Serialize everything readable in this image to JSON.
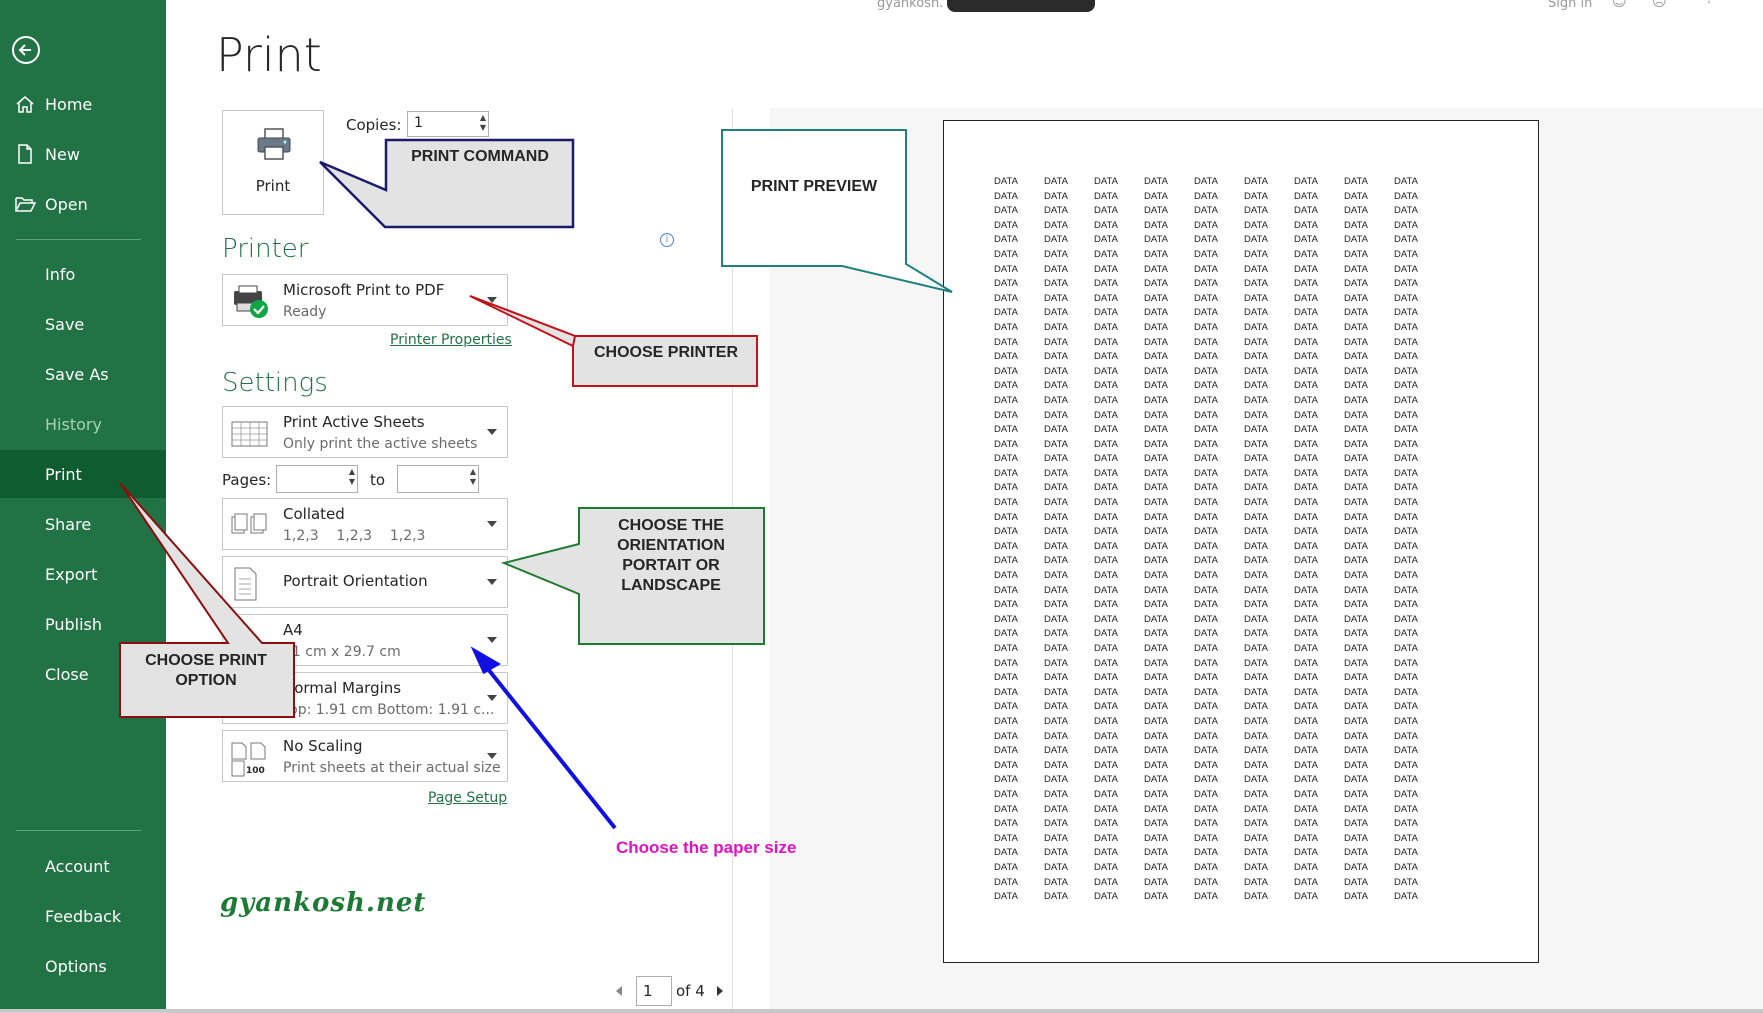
{
  "titlebar": {
    "site": "gyankosh.",
    "sign_in": "Sign in"
  },
  "nav": {
    "top": [
      {
        "label": "Home",
        "icon": "home-icon"
      },
      {
        "label": "New",
        "icon": "new-document-icon"
      },
      {
        "label": "Open",
        "icon": "open-folder-icon"
      }
    ],
    "middle": [
      "Info",
      "Save",
      "Save As",
      "History",
      "Print",
      "Share",
      "Export",
      "Publish",
      "Close"
    ],
    "bottom": [
      "Account",
      "Feedback",
      "Options"
    ],
    "active": "Print",
    "disabled": "History"
  },
  "main": {
    "title": "Print",
    "print_button": "Print",
    "copies_label": "Copies:",
    "copies_value": "1",
    "printer_heading": "Printer",
    "printer": {
      "name": "Microsoft Print to PDF",
      "status": "Ready"
    },
    "printer_properties": "Printer Properties",
    "settings_heading": "Settings",
    "settings": {
      "scope": {
        "title": "Print Active Sheets",
        "subtitle": "Only print the active sheets"
      },
      "pages_label": "Pages:",
      "to_label": "to",
      "collation": {
        "title": "Collated",
        "subtitle": "1,2,3    1,2,3    1,2,3"
      },
      "orientation": {
        "title": "Portrait Orientation"
      },
      "paper": {
        "title": "A4",
        "subtitle": "21 cm x 29.7 cm"
      },
      "margins": {
        "title": "Normal Margins",
        "subtitle": "Top: 1.91 cm Bottom: 1.91 c..."
      },
      "scaling": {
        "title": "No Scaling",
        "subtitle": "Print sheets at their actual size",
        "icon_text": "100"
      }
    },
    "page_setup": "Page Setup",
    "preview": {
      "cell_text": "DATA",
      "rows": 50,
      "cols": 9
    },
    "pager": {
      "current": "1",
      "of_text": "of 4"
    }
  },
  "annotations": {
    "print_command": "PRINT COMMAND",
    "print_preview": "PRINT PREVIEW",
    "choose_printer": "CHOOSE PRINTER",
    "choose_orientation": [
      "CHOOSE THE",
      "ORIENTATION",
      "PORTAIT OR",
      "LANDSCAPE"
    ],
    "choose_print_option": [
      "CHOOSE PRINT",
      "OPTION"
    ],
    "paper_size_note": "Choose the paper size",
    "watermark": "gyankosh.net"
  },
  "colors": {
    "brand": "#217346",
    "active_nav": "#0e5c2f",
    "note": "#e012c2"
  }
}
